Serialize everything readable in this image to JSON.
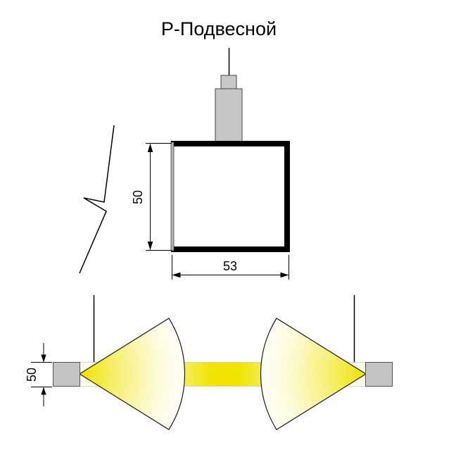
{
  "title": "Р-Подвесной",
  "profile_section": {
    "height_label": "50",
    "width_label": "53"
  },
  "side_view": {
    "height_label": "50"
  },
  "colors": {
    "outline": "#000000",
    "mount_gray": "#c6c6c6",
    "cap_gray": "#c4c4c4",
    "beam_core_yellow": "#f0e400",
    "beam_mid_yellow": "#f8f07e",
    "beam_pale_yellow": "#fcf6b0",
    "background": "#ffffff"
  }
}
